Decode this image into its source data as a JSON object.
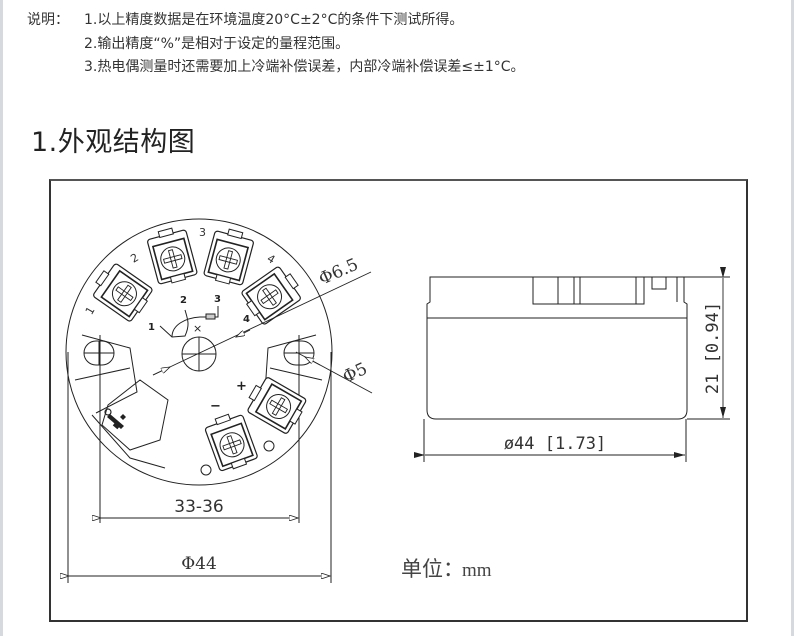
{
  "notes": {
    "label": "说明：",
    "items": [
      "1.以上精度数据是在环境温度20°C±2°C的条件下测试所得。",
      "2.输出精度“%”是相对于设定的量程范围。",
      "3.热电偶测量时还需要加上冷端补偿误差，内部冷端补偿误差≤±1°C。"
    ]
  },
  "section": {
    "title": "1.外观结构图"
  },
  "drawing": {
    "top_view": {
      "terminal_labels": [
        "1",
        "2",
        "3",
        "4"
      ],
      "inner_labels": [
        "1",
        "2",
        "3",
        "4"
      ],
      "polarity": {
        "plus": "+",
        "minus": "−"
      },
      "dim_hole_dia": "Φ6.5",
      "dim_mount_hole": "Φ5",
      "dim_mount_spacing": "33-36",
      "dim_outer_dia": "Φ44"
    },
    "side_view": {
      "dim_width": "ø44 [1.73]",
      "dim_height": "21 [0.94]"
    },
    "unit_label": "单位：",
    "unit_value": "mm"
  },
  "colors": {
    "line": "#222222",
    "frame": "#333333",
    "edge": "#d6d9de"
  }
}
